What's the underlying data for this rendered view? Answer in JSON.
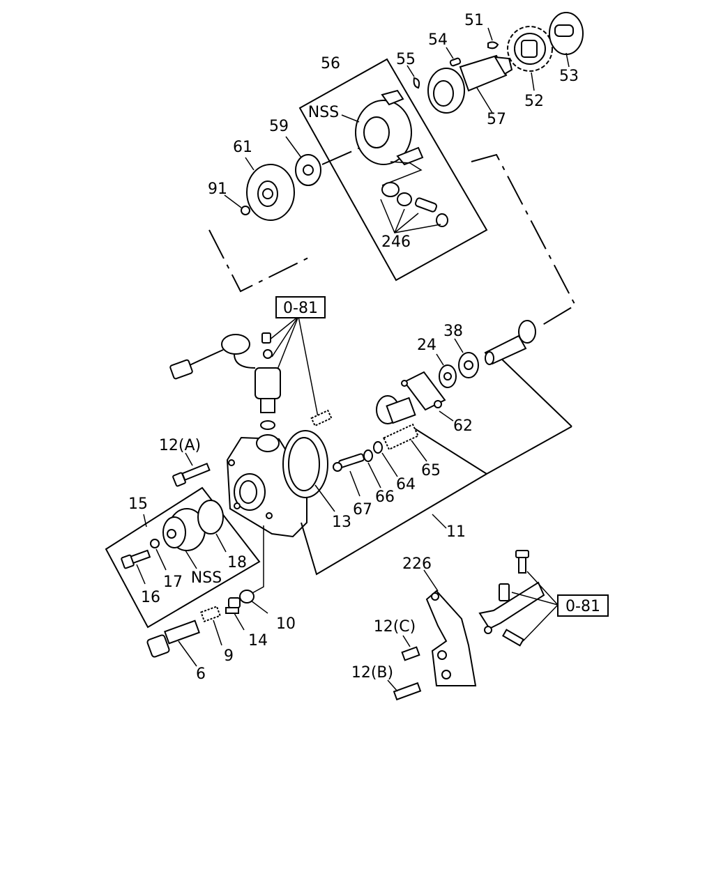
{
  "labels": {
    "l51": "51",
    "l54": "54",
    "l55": "55",
    "l56": "56",
    "l53": "53",
    "l52": "52",
    "l57": "57",
    "lnss1": "NSS",
    "l59": "59",
    "l61": "61",
    "l91": "91",
    "l246": "246",
    "lref1": "0-81",
    "l38": "38",
    "l24": "24",
    "l62": "62",
    "l12a": "12(A)",
    "l65": "65",
    "l64": "64",
    "l66": "66",
    "l67": "67",
    "l13": "13",
    "l11": "11",
    "l15": "15",
    "l18": "18",
    "l17": "17",
    "lnss2": "NSS",
    "l16": "16",
    "l226": "226",
    "l12c": "12(C)",
    "lref2": "0-81",
    "l10": "10",
    "l14": "14",
    "l9": "9",
    "l6": "6",
    "l12b": "12(B)"
  }
}
